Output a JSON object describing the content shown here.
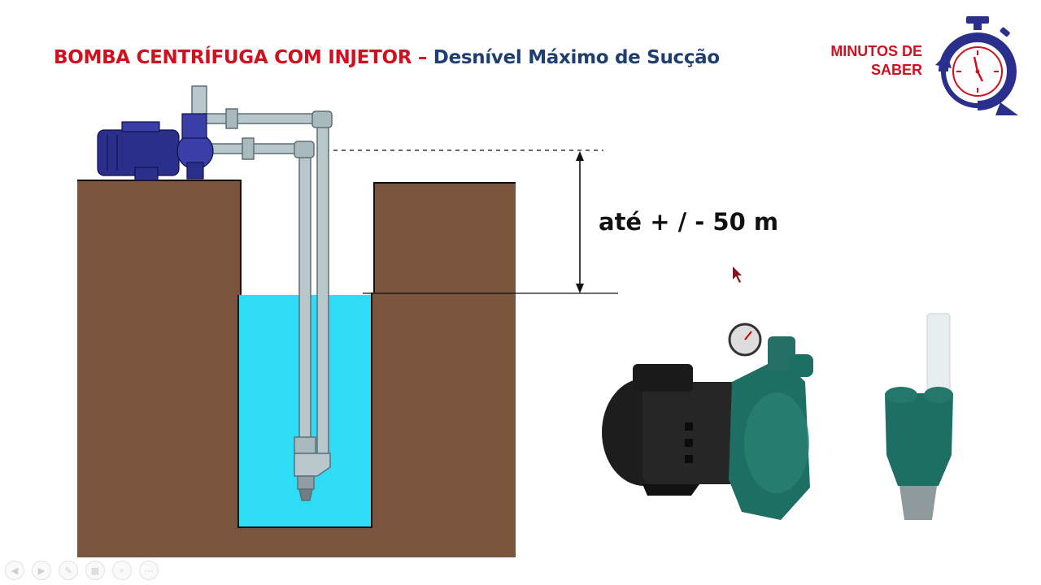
{
  "title": {
    "main": "BOMBA CENTRÍFUGA COM INJETOR",
    "separator": "–",
    "sub": "Desnível Máximo de Sucção"
  },
  "brand": {
    "line1": "MINUTOS DE",
    "line2": "SABER"
  },
  "diagram": {
    "height_label": "até + / - 50 m"
  },
  "toolbar": {
    "icons": [
      "prev-icon",
      "next-icon",
      "pen-icon",
      "slides-icon",
      "zoom-icon",
      "more-icon"
    ]
  },
  "colors": {
    "title_red": "#d0101e",
    "title_blue": "#1f3f73",
    "soil": "#7a543c",
    "water": "#2fdcf6",
    "pipe": "#b8c7cc",
    "motor_blue": "#2b2f8c",
    "pump_green": "#1e6f63"
  }
}
